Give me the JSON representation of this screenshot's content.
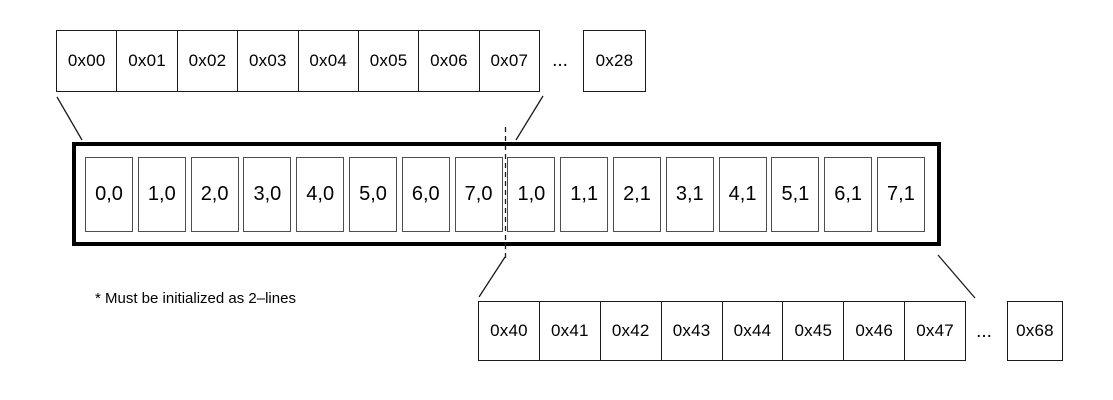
{
  "top_address_row": {
    "cells": [
      "0x00",
      "0x01",
      "0x02",
      "0x03",
      "0x04",
      "0x05",
      "0x06",
      "0x07"
    ],
    "ellipsis": "...",
    "end_cell": "0x28"
  },
  "buffer_box": {
    "cells": [
      "0,0",
      "1,0",
      "2,0",
      "3,0",
      "4,0",
      "5,0",
      "6,0",
      "7,0",
      "1,0",
      "1,1",
      "2,1",
      "3,1",
      "4,1",
      "5,1",
      "6,1",
      "7,1"
    ]
  },
  "bottom_address_row": {
    "cells": [
      "0x40",
      "0x41",
      "0x42",
      "0x43",
      "0x44",
      "0x45",
      "0x46",
      "0x47"
    ],
    "ellipsis": "...",
    "end_cell": "0x68"
  },
  "note": "* Must be initialized as 2–lines",
  "colors": {
    "line": "#1a1a1a",
    "box_border": "#000000",
    "cell_border": "#4f4f4f",
    "strip_border": "#1b1b1b",
    "background": "#ffffff"
  }
}
